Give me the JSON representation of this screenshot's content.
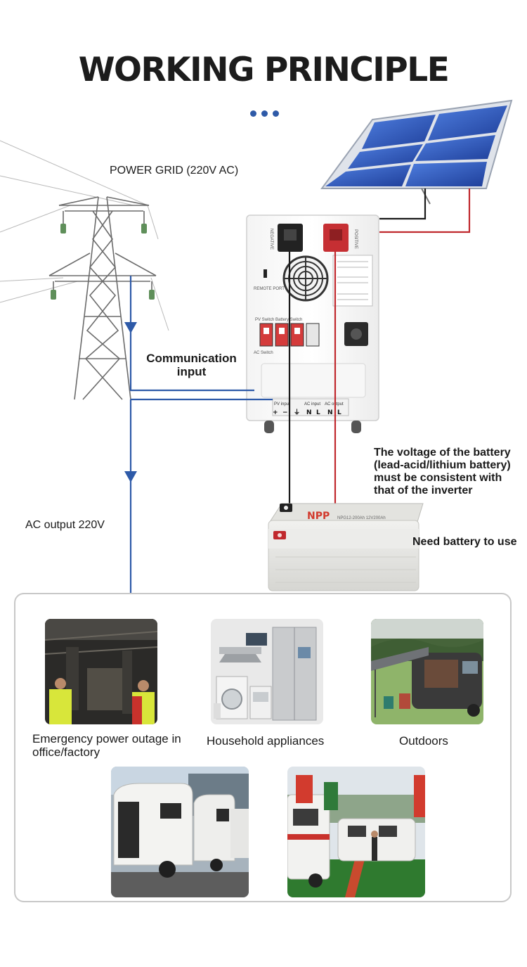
{
  "title": "WORKING PRINCIPLE",
  "labels": {
    "power_grid": "POWER GRID (220V AC)",
    "communication_input": "Communication input",
    "voltage_note": "The voltage of the battery (lead-acid/lithium battery) must be consistent with that of the inverter",
    "need_battery": "Need battery to use",
    "ac_output": "AC output 220V"
  },
  "inverter": {
    "negative": "NEGATIVE",
    "positive": "POSITIVE",
    "remote_port": "REMOTE PORT",
    "switch_label": "PV Switch Battery Switch",
    "ac_switch": "AC Switch",
    "terminals": [
      "PV input",
      "AC input",
      "AC output"
    ],
    "terminal_marks": [
      "+",
      "−",
      "⏚",
      "N",
      "L",
      "N",
      "L"
    ]
  },
  "battery": {
    "brand": "NPP",
    "model": "NPG12-200Ah 12V200Ah"
  },
  "applications": [
    {
      "label": "Emergency power outage in office/factory",
      "icon": "factory-photo"
    },
    {
      "label": "Household appliances",
      "icon": "appliances-photo"
    },
    {
      "label": "Outdoors",
      "icon": "rv-camping-photo"
    },
    {
      "label": "",
      "icon": "camper-trailers-photo"
    },
    {
      "label": "",
      "icon": "rv-exhibition-photo"
    }
  ],
  "colors": {
    "wire_blue": "#2e5aa8",
    "wire_red": "#c0282d",
    "wire_black": "#1a1a1a",
    "title": "#1c1c1c",
    "panel_border": "#c8c8c8"
  }
}
